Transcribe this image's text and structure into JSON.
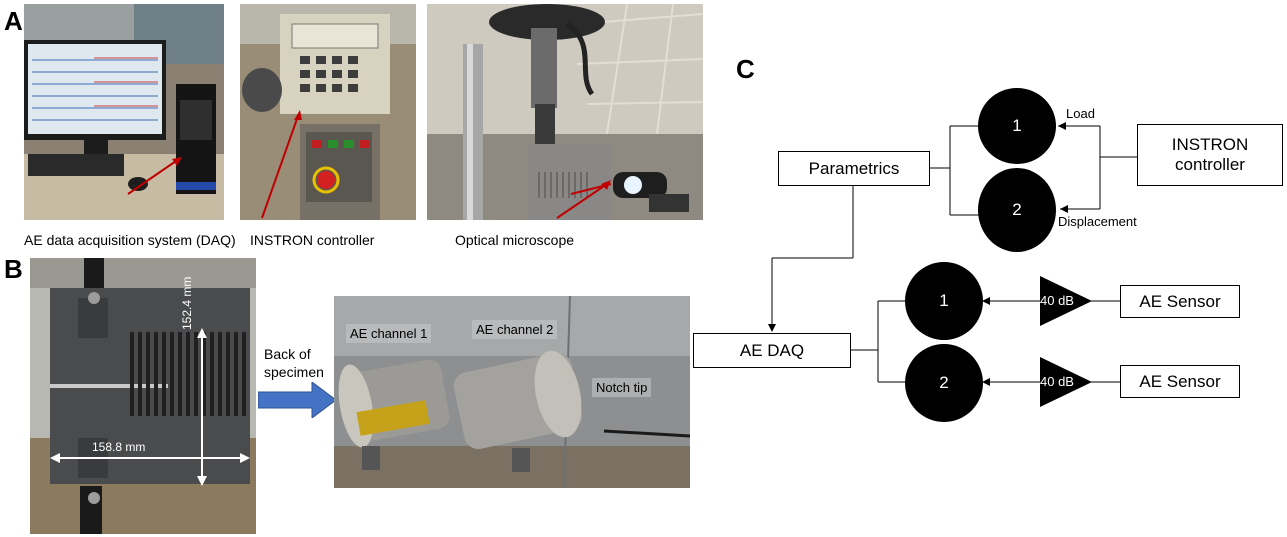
{
  "panel_a": {
    "letter": "A",
    "captions": {
      "daq": "AE data acquisition system (DAQ)",
      "instron": "INSTRON controller",
      "microscope": "Optical microscope"
    }
  },
  "panel_b": {
    "letter": "B",
    "dimensions": {
      "height": "152.4 mm",
      "width": "158.8 mm"
    },
    "arrow_label_line1": "Back of",
    "arrow_label_line2": "specimen",
    "tags": {
      "ch1": "AE channel 1",
      "ch2": "AE channel 2",
      "notch": "Notch tip"
    }
  },
  "panel_c": {
    "letter": "C",
    "parametrics": "Parametrics",
    "instron_line1": "INSTRON",
    "instron_line2": "controller",
    "ch_top_1": "1",
    "ch_top_2": "2",
    "load": "Load",
    "displacement": "Displacement",
    "ae_daq": "AE DAQ",
    "ch_bot_1": "1",
    "ch_bot_2": "2",
    "amp_1": "40 dB",
    "amp_2": "40 dB",
    "sensor_1": "AE Sensor",
    "sensor_2": "AE Sensor"
  }
}
